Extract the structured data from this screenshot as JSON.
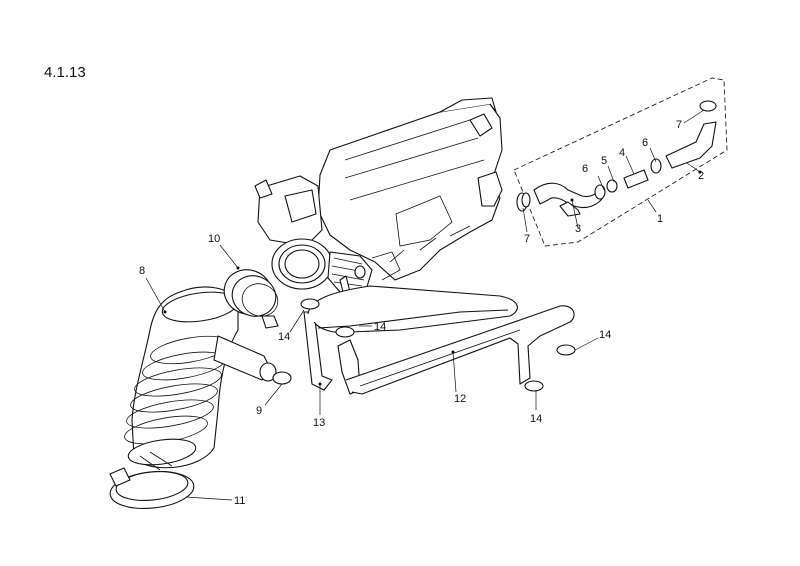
{
  "diagram": {
    "section_number": "4.1.13",
    "callouts": [
      {
        "id": "c1",
        "text": "1"
      },
      {
        "id": "c2",
        "text": "2"
      },
      {
        "id": "c3",
        "text": "3"
      },
      {
        "id": "c4",
        "text": "4"
      },
      {
        "id": "c5",
        "text": "5"
      },
      {
        "id": "c6a",
        "text": "6"
      },
      {
        "id": "c6b",
        "text": "6"
      },
      {
        "id": "c7a",
        "text": "7"
      },
      {
        "id": "c7b",
        "text": "7"
      },
      {
        "id": "c8",
        "text": "8"
      },
      {
        "id": "c9",
        "text": "9"
      },
      {
        "id": "c10",
        "text": "10"
      },
      {
        "id": "c11",
        "text": "11"
      },
      {
        "id": "c12",
        "text": "12"
      },
      {
        "id": "c13",
        "text": "13"
      },
      {
        "id": "c14a",
        "text": "14"
      },
      {
        "id": "c14b",
        "text": "14"
      },
      {
        "id": "c14c",
        "text": "14"
      },
      {
        "id": "c14d",
        "text": "14"
      }
    ]
  }
}
